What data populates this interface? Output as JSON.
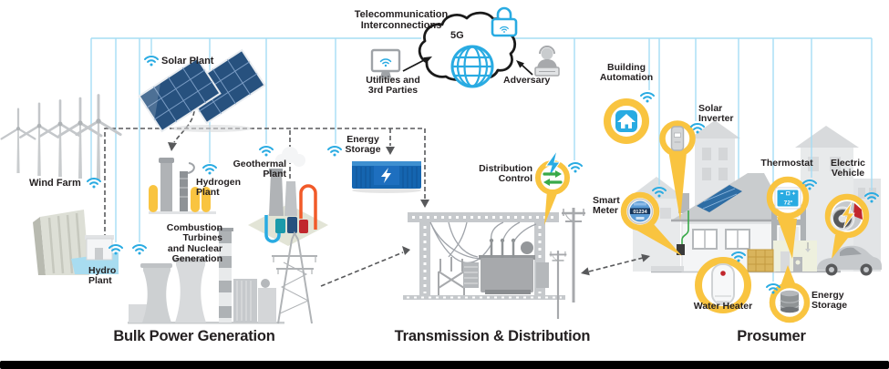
{
  "colors": {
    "accent_blue": "#29ABE2",
    "line_blue": "#A6DDF4",
    "pin_yellow": "#F9C440",
    "arrow_green": "#39A949",
    "storage_blue": "#1565B0",
    "alert_red": "#C1272D",
    "text_dark": "#231F20"
  },
  "icons": {
    "cloud": "cloud-outline",
    "globe": "globe-grid",
    "lock": "padlock-with-wifi",
    "wifi": "wifi-signal",
    "monitor": "monitor-with-wifi",
    "adversary": "person-with-laptop"
  },
  "telecom": {
    "label": [
      "Telecommunication",
      "Interconnections"
    ],
    "network": "5G"
  },
  "actors": {
    "utilities": [
      "Utilities and",
      "3rd Parties"
    ],
    "adversary": "Adversary"
  },
  "sections": {
    "bulk": "Bulk Power Generation",
    "transmission": "Transmission & Distribution",
    "prosumer": "Prosumer"
  },
  "bulk": {
    "wind_farm": "Wind Farm",
    "solar_plant": "Solar Plant",
    "hydrogen": [
      "Hydrogen",
      "Plant"
    ],
    "geothermal": [
      "Geothermal",
      "Plant"
    ],
    "combustion": [
      "Combustion",
      "Turbines",
      "and Nuclear",
      "Generation"
    ],
    "hydro": [
      "Hydro",
      "Plant"
    ],
    "energy_storage": [
      "Energy",
      "Storage"
    ]
  },
  "transmission": {
    "distribution_control": [
      "Distribution",
      "Control"
    ],
    "smart_meter": [
      "Smart",
      "Meter"
    ]
  },
  "prosumer": {
    "building_automation": [
      "Building",
      "Automation"
    ],
    "solar_inverter": [
      "Solar",
      "Inverter"
    ],
    "thermostat": "Thermostat",
    "thermostat_temp": "72°",
    "electric_vehicle": [
      "Electric",
      "Vehicle"
    ],
    "water_heater": "Water Heater",
    "energy_storage": [
      "Energy",
      "Storage"
    ],
    "meter_reading": "01234"
  }
}
